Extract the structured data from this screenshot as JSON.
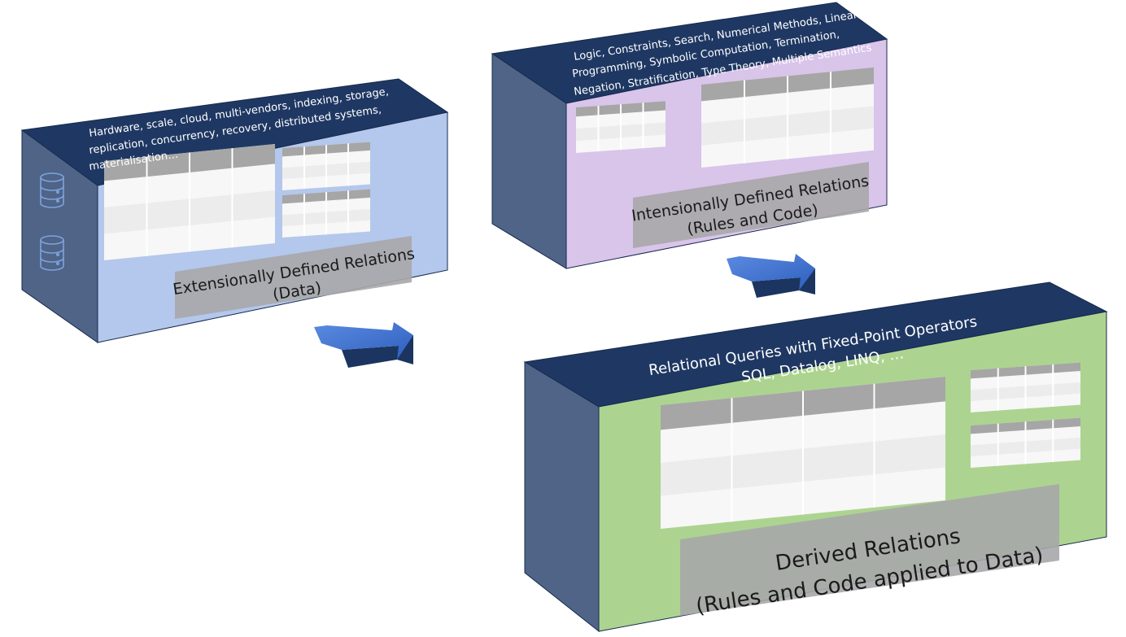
{
  "colors": {
    "top_face": "#1f3863",
    "side_face": "#4f6486",
    "edge": "#162a4e",
    "data_face": "#b4c7ec",
    "rules_face": "#d9c4ea",
    "derived_face": "#acd490",
    "label_box": "#a7a7aa",
    "arrow": "#3d6ec9",
    "arrow_dark": "#1b3560",
    "db_icon": "#7da3e0"
  },
  "icons": [
    "database-icon",
    "database-icon"
  ],
  "data_box": {
    "top_text": [
      "Hardware, scale, cloud, multi-vendors, indexing, storage,",
      "replication, concurrency, recovery, distributed systems,",
      "materialisation…"
    ],
    "label": [
      "Extensionally Defined Relations",
      "(Data)"
    ]
  },
  "rules_box": {
    "top_text": [
      "Logic, Constraints, Search, Numerical Methods, Linear",
      "Programming, Symbolic Computation, Termination,",
      "Negation, Stratification, Type Theory, Multiple Semantics"
    ],
    "label": [
      "Intensionally Defined Relations",
      "(Rules and Code)"
    ]
  },
  "derived_box": {
    "top_text": [
      "Relational Queries with Fixed-Point Operators",
      "SQL, Datalog, LINQ, …"
    ],
    "label": [
      "Derived Relations",
      "(Rules and Code applied to Data)"
    ]
  }
}
